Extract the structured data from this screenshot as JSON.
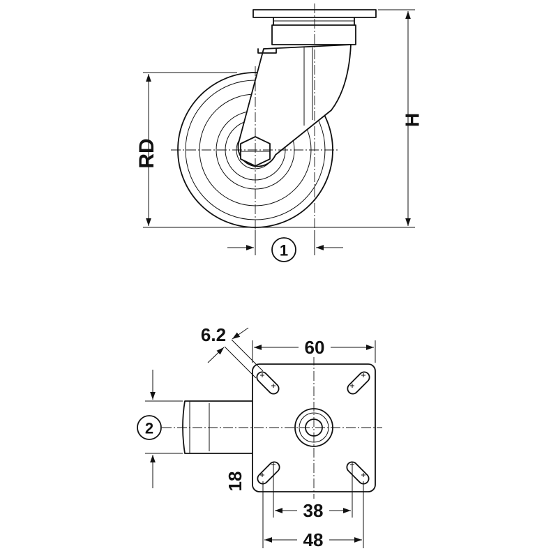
{
  "labels": {
    "rd": "RD",
    "h": "H",
    "callout_1": "1",
    "callout_2": "2",
    "dim_6_2": "6.2",
    "dim_60": "60",
    "dim_38": "38",
    "dim_48": "48",
    "dim_18": "18"
  },
  "colors": {
    "line": "#111111",
    "background": "#ffffff"
  }
}
